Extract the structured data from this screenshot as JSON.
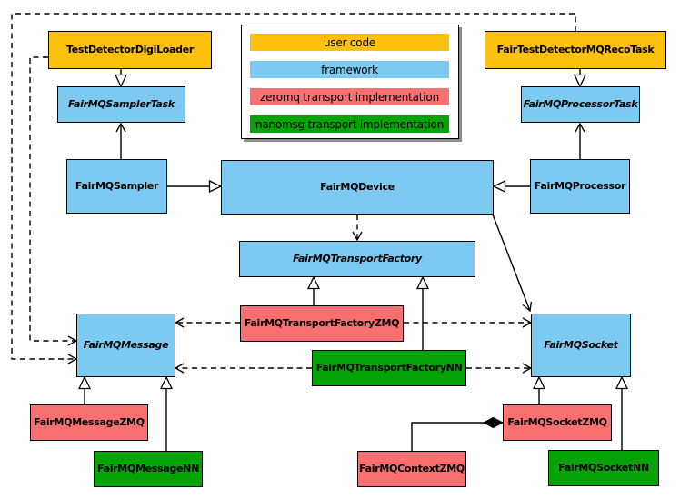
{
  "legend": {
    "items": [
      {
        "label": "user code",
        "color": "#FBC10D"
      },
      {
        "label": "framework",
        "color": "#7CCAF1"
      },
      {
        "label": "zeromq transport implementation",
        "color": "#F87070"
      },
      {
        "label": "nanomsg transport implementation",
        "color": "#06A306"
      }
    ]
  },
  "nodes": {
    "test_detector_digi_loader": {
      "label": "TestDetectorDigiLoader",
      "category": "user code",
      "abstract": false
    },
    "fair_test_detector_mq_reco_task": {
      "label": "FairTestDetectorMQRecoTask",
      "category": "user code",
      "abstract": false
    },
    "fairmq_sampler_task": {
      "label": "FairMQSamplerTask",
      "category": "framework",
      "abstract": true
    },
    "fairmq_processor_task": {
      "label": "FairMQProcessorTask",
      "category": "framework",
      "abstract": true
    },
    "fairmq_sampler": {
      "label": "FairMQSampler",
      "category": "framework",
      "abstract": false
    },
    "fairmq_device": {
      "label": "FairMQDevice",
      "category": "framework",
      "abstract": false
    },
    "fairmq_processor": {
      "label": "FairMQProcessor",
      "category": "framework",
      "abstract": false
    },
    "fairmq_transport_factory": {
      "label": "FairMQTransportFactory",
      "category": "framework",
      "abstract": true
    },
    "fairmq_transport_factory_zmq": {
      "label": "FairMQTransportFactoryZMQ",
      "category": "zeromq transport implementation",
      "abstract": false
    },
    "fairmq_transport_factory_nn": {
      "label": "FairMQTransportFactoryNN",
      "category": "nanomsg transport implementation",
      "abstract": false
    },
    "fairmq_message": {
      "label": "FairMQMessage",
      "category": "framework",
      "abstract": true
    },
    "fairmq_message_zmq": {
      "label": "FairMQMessageZMQ",
      "category": "zeromq transport implementation",
      "abstract": false
    },
    "fairmq_message_nn": {
      "label": "FairMQMessageNN",
      "category": "nanomsg transport implementation",
      "abstract": false
    },
    "fairmq_socket": {
      "label": "FairMQSocket",
      "category": "framework",
      "abstract": true
    },
    "fairmq_socket_zmq": {
      "label": "FairMQSocketZMQ",
      "category": "zeromq transport implementation",
      "abstract": false
    },
    "fairmq_socket_nn": {
      "label": "FairMQSocketNN",
      "category": "nanomsg transport implementation",
      "abstract": false
    },
    "fairmq_context_zmq": {
      "label": "FairMQContextZMQ",
      "category": "zeromq transport implementation",
      "abstract": false
    }
  },
  "edges": [
    {
      "from": "TestDetectorDigiLoader",
      "to": "FairMQSamplerTask",
      "type": "inheritance",
      "line": "solid"
    },
    {
      "from": "FairMQSampler",
      "to": "FairMQSamplerTask",
      "type": "association",
      "line": "solid"
    },
    {
      "from": "FairMQSampler",
      "to": "FairMQDevice",
      "type": "inheritance",
      "line": "solid"
    },
    {
      "from": "FairTestDetectorMQRecoTask",
      "to": "FairMQProcessorTask",
      "type": "inheritance",
      "line": "solid"
    },
    {
      "from": "FairMQProcessor",
      "to": "FairMQProcessorTask",
      "type": "association",
      "line": "solid"
    },
    {
      "from": "FairMQProcessor",
      "to": "FairMQDevice",
      "type": "inheritance",
      "line": "solid"
    },
    {
      "from": "FairMQDevice",
      "to": "FairMQTransportFactory",
      "type": "dependency",
      "line": "dashed"
    },
    {
      "from": "FairMQDevice",
      "to": "FairMQSocket",
      "type": "association",
      "line": "solid"
    },
    {
      "from": "FairMQTransportFactoryZMQ",
      "to": "FairMQTransportFactory",
      "type": "inheritance",
      "line": "solid"
    },
    {
      "from": "FairMQTransportFactoryNN",
      "to": "FairMQTransportFactory",
      "type": "inheritance",
      "line": "solid"
    },
    {
      "from": "FairMQTransportFactoryZMQ",
      "to": "FairMQMessage",
      "type": "dependency",
      "line": "dashed"
    },
    {
      "from": "FairMQTransportFactoryZMQ",
      "to": "FairMQSocket",
      "type": "dependency",
      "line": "dashed"
    },
    {
      "from": "FairMQTransportFactoryNN",
      "to": "FairMQMessage",
      "type": "dependency",
      "line": "dashed"
    },
    {
      "from": "FairMQTransportFactoryNN",
      "to": "FairMQSocket",
      "type": "dependency",
      "line": "dashed"
    },
    {
      "from": "TestDetectorDigiLoader",
      "to": "FairMQMessage",
      "type": "dependency",
      "line": "dashed"
    },
    {
      "from": "FairTestDetectorMQRecoTask",
      "to": "FairMQMessage",
      "type": "dependency",
      "line": "dashed"
    },
    {
      "from": "FairMQMessageZMQ",
      "to": "FairMQMessage",
      "type": "inheritance",
      "line": "solid"
    },
    {
      "from": "FairMQMessageNN",
      "to": "FairMQMessage",
      "type": "inheritance",
      "line": "solid"
    },
    {
      "from": "FairMQSocketZMQ",
      "to": "FairMQSocket",
      "type": "inheritance",
      "line": "solid"
    },
    {
      "from": "FairMQSocketNN",
      "to": "FairMQSocket",
      "type": "inheritance",
      "line": "solid"
    },
    {
      "from": "FairMQContextZMQ",
      "to": "FairMQSocketZMQ",
      "type": "composition",
      "line": "solid"
    }
  ],
  "colors": {
    "user_code": "#FBC10D",
    "framework": "#7CCAF1",
    "zeromq": "#F87070",
    "nanomsg": "#06A306",
    "border": "#000000",
    "background": "#FFFFFF"
  }
}
